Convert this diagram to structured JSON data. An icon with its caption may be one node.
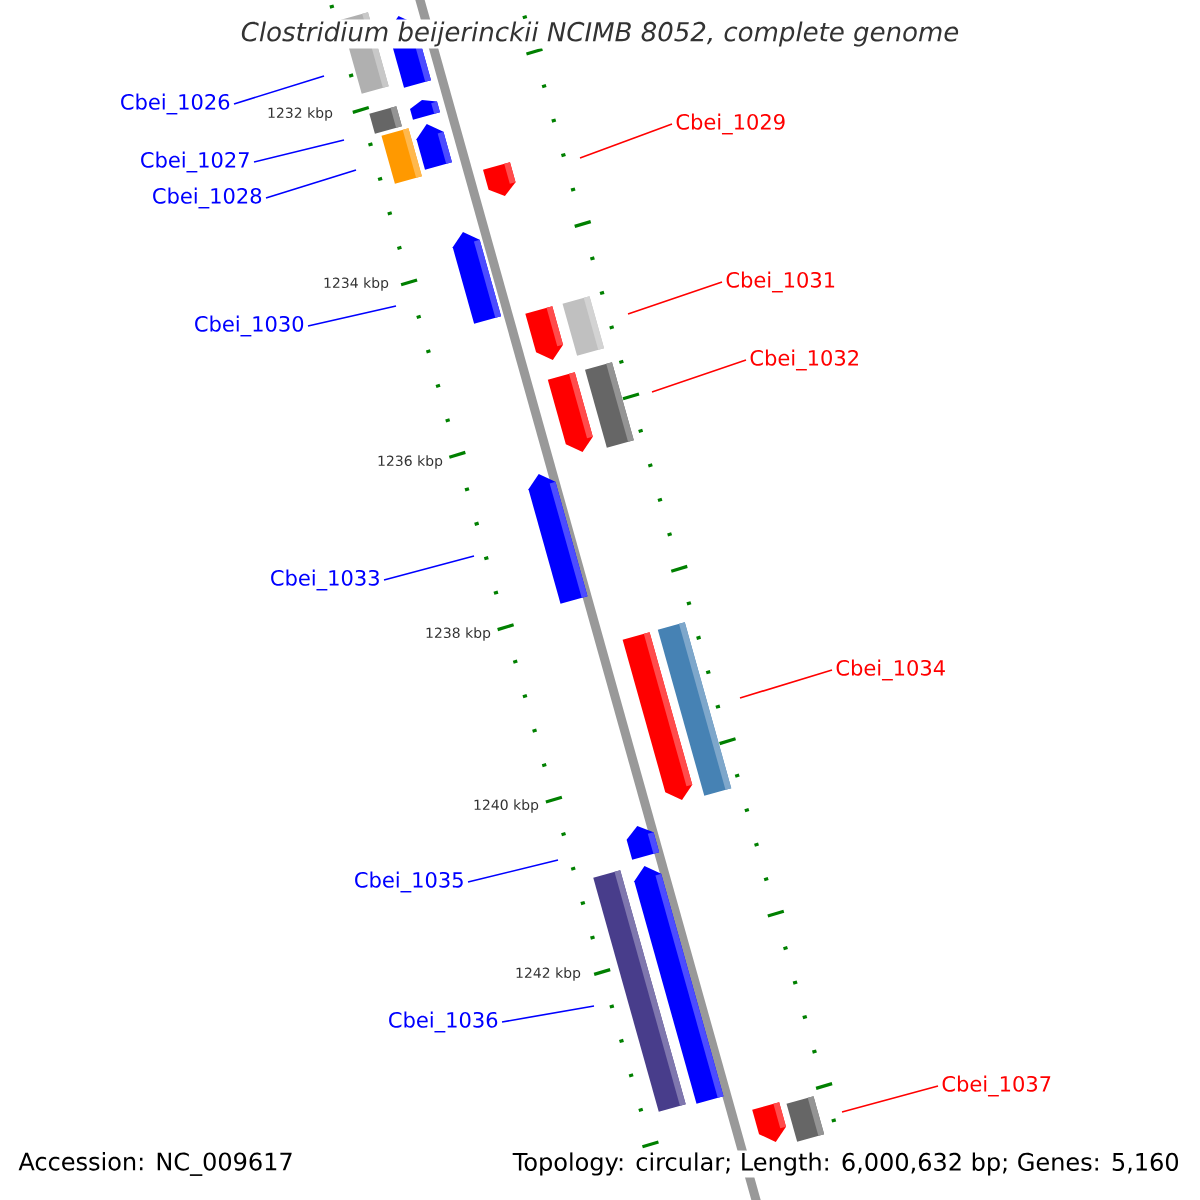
{
  "diagram": {
    "title": "Clostridium beijerinckii NCIMB 8052, complete genome",
    "nodes": [
      {
        "text": [
          "Cbei_1026"
        ]
      },
      {
        "text": [
          "Cbei_1027"
        ]
      },
      {
        "text": [
          "Cbei_1028"
        ]
      },
      {
        "text": [
          "Cbei_1029"
        ]
      },
      {
        "text": [
          "Cbei_1030"
        ]
      },
      {
        "text": [
          "Cbei_1031"
        ]
      },
      {
        "text": [
          "Cbei_1032"
        ]
      },
      {
        "text": [
          "Cbei_1033"
        ]
      },
      {
        "text": [
          "Cbei_1034"
        ]
      },
      {
        "text": [
          "Cbei_1035"
        ]
      },
      {
        "text": [
          "Cbei_1036"
        ]
      },
      {
        "text": [
          "Cbei_1037"
        ]
      }
    ],
    "edges": [
      {
        "from": 0,
        "to": null,
        "arrow": "none"
      },
      {
        "from": 1,
        "to": null,
        "arrow": "none"
      },
      {
        "from": 2,
        "to": null,
        "arrow": "none"
      },
      {
        "from": 3,
        "to": null,
        "arrow": "none",
        "color": "#ff0000"
      },
      {
        "from": 4,
        "to": null,
        "arrow": "none"
      },
      {
        "from": 5,
        "to": null,
        "arrow": "none",
        "color": "#ff0000"
      },
      {
        "from": 6,
        "to": null,
        "arrow": "none",
        "color": "#ff0000"
      },
      {
        "from": 7,
        "to": null,
        "arrow": "none"
      },
      {
        "from": 8,
        "to": null,
        "arrow": "none",
        "color": "#ff0000"
      },
      {
        "from": 9,
        "to": null,
        "arrow": "none"
      },
      {
        "from": 10,
        "to": null,
        "arrow": "none"
      },
      {
        "from": 11,
        "to": null,
        "arrow": "none",
        "color": "#ff0000"
      }
    ],
    "labels": [
      "1232 kbp",
      "1234 kbp",
      "1236 kbp",
      "1238 kbp",
      "1240 kbp",
      "1242 kbp",
      "Accession: NC_009617",
      "Topology: circular; Length: 6,000,632 bp; Genes: 5,160"
    ]
  }
}
